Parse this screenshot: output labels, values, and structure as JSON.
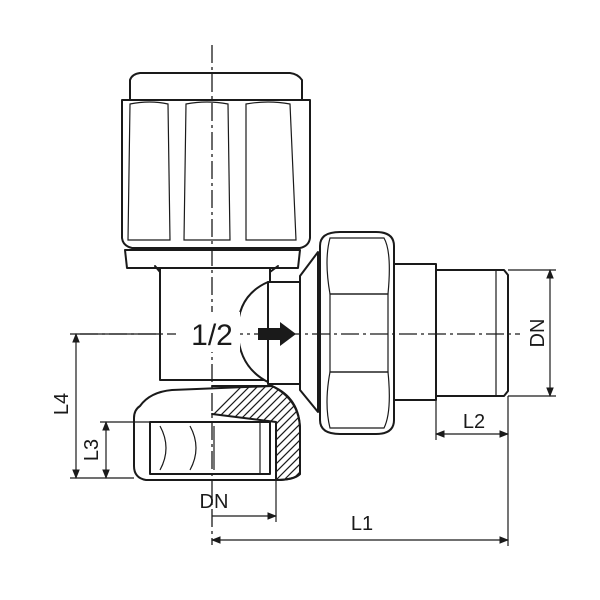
{
  "drawing": {
    "size_label": "1/2",
    "dimensions": {
      "l1": "L1",
      "l2": "L2",
      "l3": "L3",
      "l4": "L4",
      "dn_bottom": "DN",
      "dn_right": "DN"
    }
  }
}
